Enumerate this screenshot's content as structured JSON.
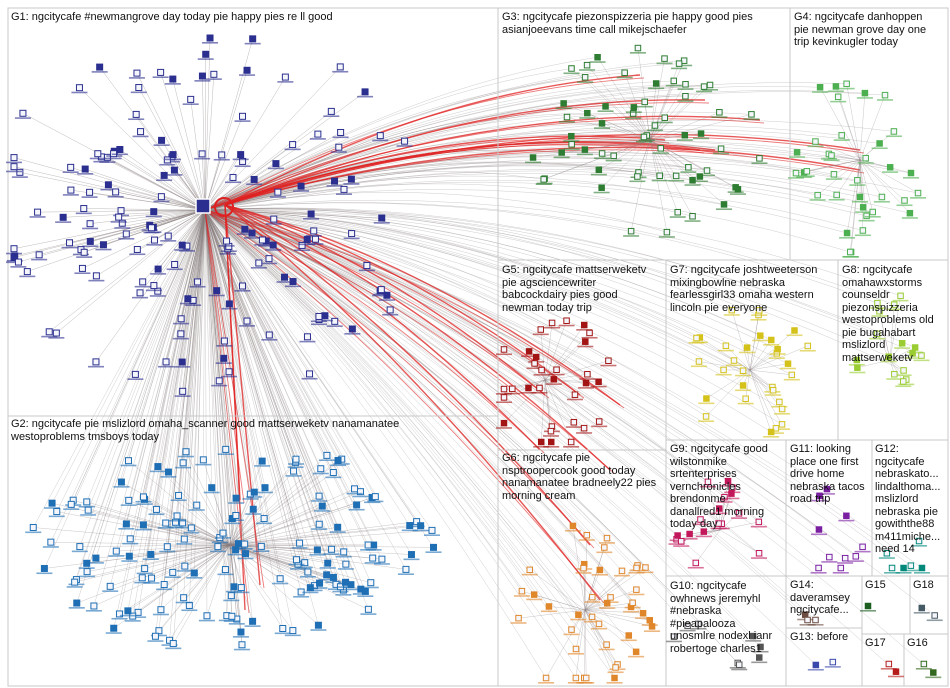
{
  "title": "",
  "groups": [
    {
      "id": "G1",
      "label": "G1: ngcitycafe #newmangrove day today pie happy pies re ll good",
      "color": "#2b2f8f"
    },
    {
      "id": "G2",
      "label": "G2: ngcitycafe pie mslizlord omaha_scanner good mattserweketv nanamanatee\nwestoproblems tmsboys today",
      "color": "#1f6fb5"
    },
    {
      "id": "G3",
      "label": "G3: ngcitycafe piezonspizzeria pie happy good pies\nasianjoeevans time call mikejschaefer",
      "color": "#2e7d32"
    },
    {
      "id": "G4",
      "label": "G4: ngcitycafe danhoppen\npie newman grove day one\ntrip kevinkugler today",
      "color": "#4caf50"
    },
    {
      "id": "G5",
      "label": "G5: ngcitycafe mattserweketv\npie agsciencewriter\nbabcockdairy pies good\nnewman today trip",
      "color": "#a31515"
    },
    {
      "id": "G6",
      "label": "G6: ngcitycafe pie\nnsptroopercook good today\nnanamanatee bradneely22 pies\nmorning cream",
      "color": "#e0872b"
    },
    {
      "id": "G7",
      "label": "G7: ngcitycafe joshtweeterson\nmixingbowlne nebraska\nfearlessgirl33 omaha western\nlincoln pie everyone",
      "color": "#d4c21a"
    },
    {
      "id": "G8",
      "label": "G8: ngcitycafe\nomahawxstorms\ncounseldr\npiezonspizzeria\nwestoproblems old\npie bugahabart\nmslizlord\nmattserweketv",
      "color": "#9acd32"
    },
    {
      "id": "G9",
      "label": "G9: ngcitycafe good\nwilstonmike\nsrtenterprises\nvernchronicles\nbrendonme\ndanallred1 morning\ntoday day",
      "color": "#c2185b"
    },
    {
      "id": "G10",
      "label": "G10: ngcitycafe\nowhnews jeremyhl\n#nebraska\n#pieapalooza\nunosmlre nodexl ianr\nrobertoge charles1",
      "color": "#555555"
    },
    {
      "id": "G11",
      "label": "G11: looking\nplace one first\ndrive home\nnebraska tacos\nroad trip",
      "color": "#7b1fa2"
    },
    {
      "id": "G12",
      "label": "G12:\nngcitycafe\nnebraskato...\nlindalthoma...\nmslizlord\nnebraska pie\ngowiththe88\nm411miche...\nneed 14",
      "color": "#00897b"
    },
    {
      "id": "G13",
      "label": "G13: before",
      "color": "#3949ab"
    },
    {
      "id": "G14",
      "label": "G14:\ndaveramsey\nngcitycafe...",
      "color": "#6d4c41"
    },
    {
      "id": "G15",
      "label": "G15",
      "color": "#1b5e20"
    },
    {
      "id": "G16",
      "label": "G16",
      "color": "#33691e"
    },
    {
      "id": "G17",
      "label": "G17",
      "color": "#b71c1c"
    },
    {
      "id": "G18",
      "label": "G18",
      "color": "#455a64"
    }
  ],
  "colors": {
    "edge": "#8a7f80",
    "highlight_edge": "#e02020",
    "box_border": "#c8c8c8"
  }
}
